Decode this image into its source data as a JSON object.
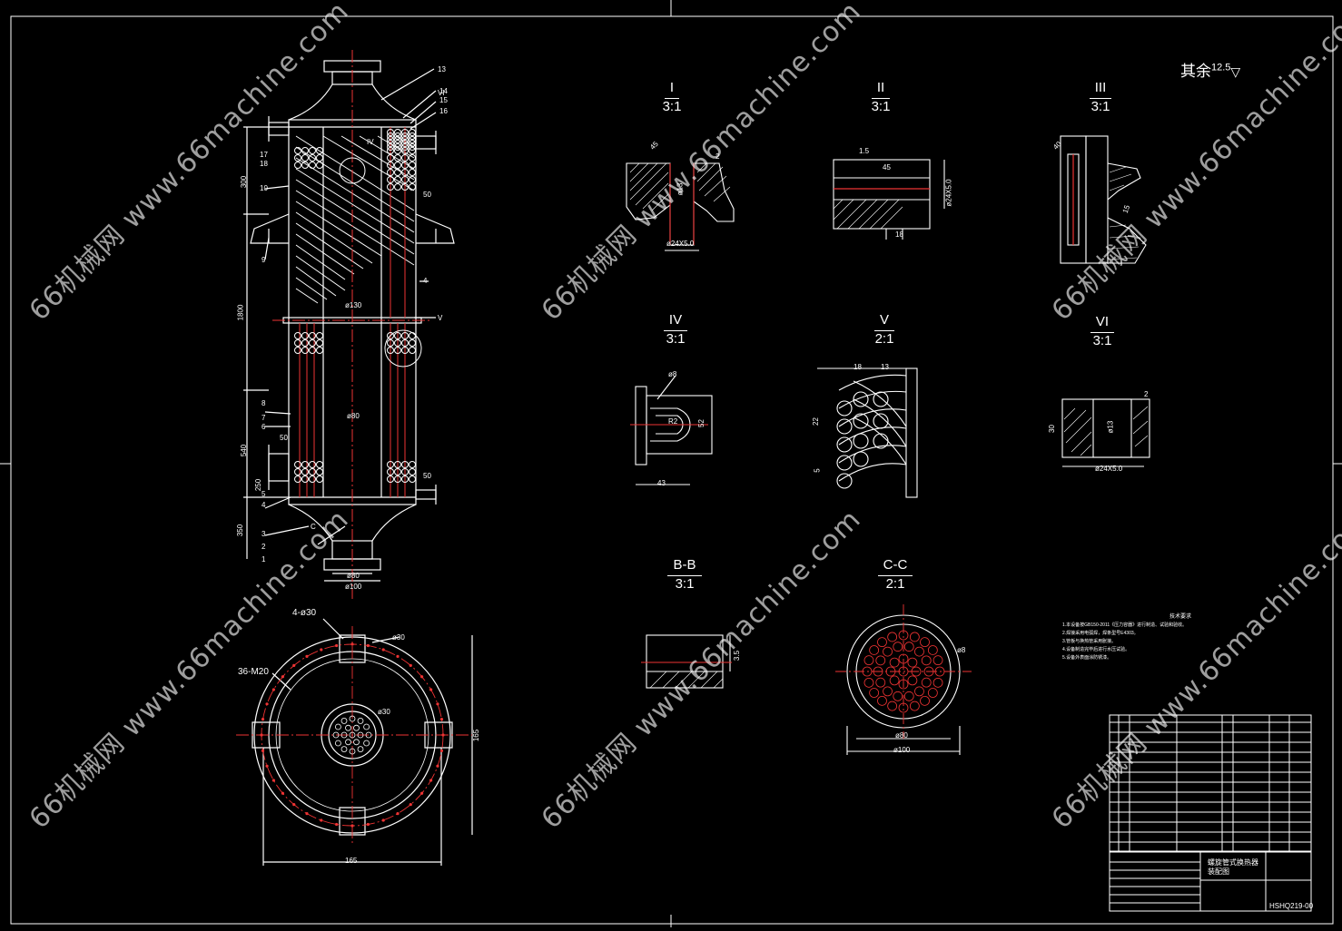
{
  "watermark": {
    "text": "66机械网 www.66machine.com"
  },
  "roughness": {
    "prefix": "其余",
    "value": "12.5"
  },
  "details": [
    {
      "id": "I",
      "scale": "3:1"
    },
    {
      "id": "II",
      "scale": "3:1"
    },
    {
      "id": "III",
      "scale": "3:1"
    },
    {
      "id": "IV",
      "scale": "3:1"
    },
    {
      "id": "V",
      "scale": "2:1"
    },
    {
      "id": "VI",
      "scale": "3:1"
    },
    {
      "id": "B-B",
      "scale": "3:1"
    },
    {
      "id": "C-C",
      "scale": "2:1"
    }
  ],
  "main_view": {
    "part_numbers": [
      "13",
      "VI",
      "14",
      "15",
      "16",
      "17",
      "18",
      "IV",
      "10",
      "9",
      "4",
      "V",
      "8",
      "7",
      "6",
      "5",
      "4",
      "3",
      "2",
      "1",
      "C"
    ],
    "dims": [
      "300",
      "1800",
      "540",
      "250",
      "350",
      "50",
      "50",
      "ø130",
      "ø80",
      "ø80",
      "ø100",
      "50"
    ]
  },
  "bottom_view": {
    "labels": [
      "4-ø30",
      "36-M20",
      "ø30",
      "ø30"
    ],
    "dims": [
      "165",
      "165"
    ]
  },
  "detail_dims": {
    "I": [
      "45",
      "2",
      "ø13",
      "ø24X5.0"
    ],
    "II": [
      "1.5",
      "45",
      "ø24X5.0",
      "18"
    ],
    "III": [
      "40",
      "15"
    ],
    "IV": [
      "ø8",
      "R2",
      "52",
      "43"
    ],
    "V": [
      "18",
      "13",
      "22",
      "5"
    ],
    "VI": [
      "2",
      "30",
      "ø13",
      "ø24X5.0"
    ],
    "B-B": [
      "3.5"
    ],
    "C-C": [
      "ø8",
      "ø80",
      "ø100"
    ]
  },
  "notes": {
    "title": "技术要求",
    "lines": [
      "1.本设备按GB150-2011《压力容器》进行制造、试验和验收。",
      "2.焊接采用电弧焊，焊条型号E4303。",
      "3.管板与换热管采用胀接。",
      "4.设备制造完毕后进行水压试验。",
      "5.设备外表面涂防锈漆。"
    ]
  },
  "title_block": {
    "title": "螺旋管式换热器装配图",
    "drawing_no": "HSHQ219-00"
  }
}
